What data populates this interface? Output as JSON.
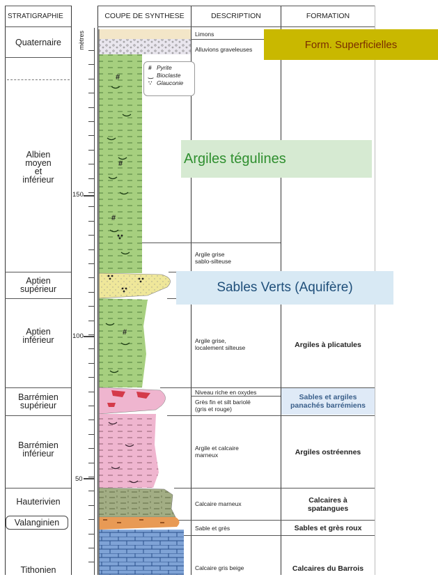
{
  "headers": {
    "stratigraphie": "STRATIGRAPHIE",
    "coupe": "COUPE DE SYNTHESE",
    "description": "DESCRIPTION",
    "formation": "FORMATION"
  },
  "scale": {
    "unit": "mètres",
    "labels": [
      "150",
      "100",
      "50"
    ]
  },
  "stratigraphy": {
    "quaternaire": "Quaternaire",
    "albien": "Albien\nmoyen\net\ninférieur",
    "aptien_sup": "Aptien\nsupérieur",
    "aptien_inf": "Aptien\ninférieur",
    "barremien_sup": "Barrémien\nsupérieur",
    "barremien_inf": "Barrémien\ninférieur",
    "hauterivien": "Hauterivien",
    "valanginien": "Valanginien",
    "tithonien": "Tithonien"
  },
  "legend": {
    "pyrite": "Pyrite",
    "bioclaste": "Bioclaste",
    "glauconie": "Glauconie"
  },
  "descriptions": {
    "limons": "Limons",
    "alluvions": "Alluvions graveleuses",
    "argile_grise_sablo": "Argile grise\nsablo-silteuse",
    "argile_grise_loc": "Argile grise,\nlocalement silteuse",
    "niveau_oxydes": "Niveau riche en oxydes",
    "gres_fin": "Grès fin et silt bariolé\n(gris et rouge)",
    "argile_calcaire": "Argile et calcaire\nmarneux",
    "calcaire_marneux": "Calcaire marneux",
    "sable_gres": "Sable et grès",
    "calcaire_gris": "Calcaire gris beige"
  },
  "formations": {
    "plicatules": "Argiles à plicatules",
    "sables_argiles": "Sables et argiles\npanachés barrémiens",
    "ostreennes": "Argiles ostréennes",
    "spatangues": "Calcaires à\nspatangues",
    "gres_roux": "Sables et grès roux",
    "barrois": "Calcaires du Barrois"
  },
  "callouts": {
    "superficielles": "Form. Superficielles",
    "tegulines": "Argiles tégulines",
    "sables_verts": "Sables Verts (Aquifère)"
  },
  "colors": {
    "callout_yellow_bg": "#c9b800",
    "callout_yellow_text": "#7a2c00",
    "callout_green_bg": "#d6ead2",
    "callout_green_text": "#2f8f2f",
    "callout_blue_bg": "#d8e9f4",
    "callout_blue_text": "#1f4f7a",
    "clay_green": "#a6cf7f",
    "sand_yellow": "#efe79a",
    "pink": "#efb5cf",
    "olive": "#a2ad84",
    "limestone_blue": "#7fa3d6",
    "orange_sand": "#e89a55",
    "sable_argile_bg": "#dfeaf7"
  }
}
